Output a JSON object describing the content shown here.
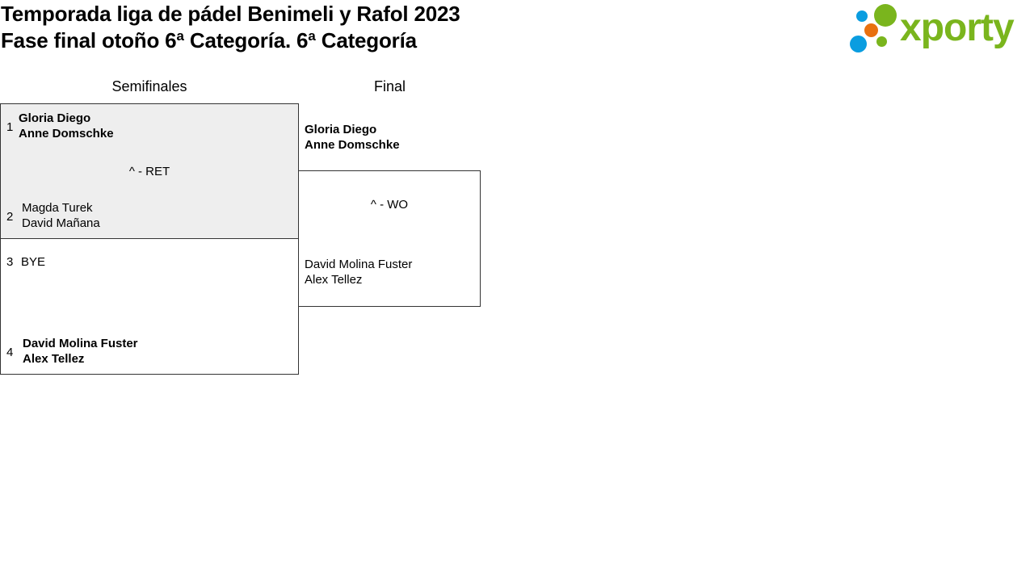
{
  "header": {
    "title_line1": "Temporada liga de pádel Benimeli y Rafol 2023",
    "title_line2": "Fase final otoño 6ª Categoría. 6ª Categoría"
  },
  "logo": {
    "text": "xporty",
    "colors": {
      "green": "#7ab51d",
      "blue": "#0a9de0",
      "orange": "#e8700f"
    }
  },
  "rounds": {
    "semifinals_label": "Semifinales",
    "final_label": "Final"
  },
  "semifinal_1": {
    "seed_a": "1",
    "team_a": [
      "Gloria Diego",
      "Anne Domschke"
    ],
    "result": "^ - RET",
    "seed_b": "2",
    "team_b": [
      "Magda Turek",
      "David Mañana"
    ]
  },
  "semifinal_2": {
    "seed_a": "3",
    "team_a": "BYE",
    "seed_b": "4",
    "team_b": [
      "David Molina Fuster",
      "Alex Tellez"
    ]
  },
  "final": {
    "team_a": [
      "Gloria Diego",
      "Anne Domschke"
    ],
    "result": "^ - WO",
    "team_b": [
      "David Molina Fuster",
      "Alex Tellez"
    ]
  }
}
